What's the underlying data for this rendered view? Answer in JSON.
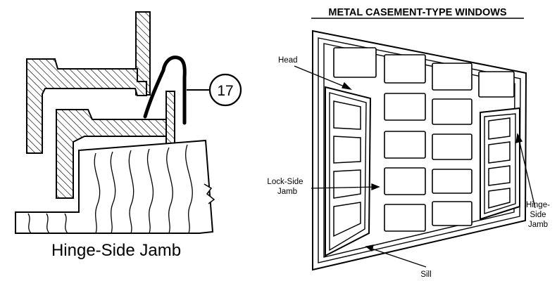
{
  "left_panel": {
    "callout_number": "17",
    "caption": "Hinge-Side Jamb"
  },
  "right_panel": {
    "title": "METAL CASEMENT-TYPE WINDOWS",
    "labels": {
      "head": "Head",
      "lock_side_line1": "Lock-Side",
      "lock_side_line2": "Jamb",
      "hinge_side_line1": "Hinge-",
      "hinge_side_line2": "Side",
      "hinge_side_line3": "Jamb",
      "sill": "Sill"
    }
  },
  "colors": {
    "ink": "#000000",
    "paper": "#ffffff"
  }
}
